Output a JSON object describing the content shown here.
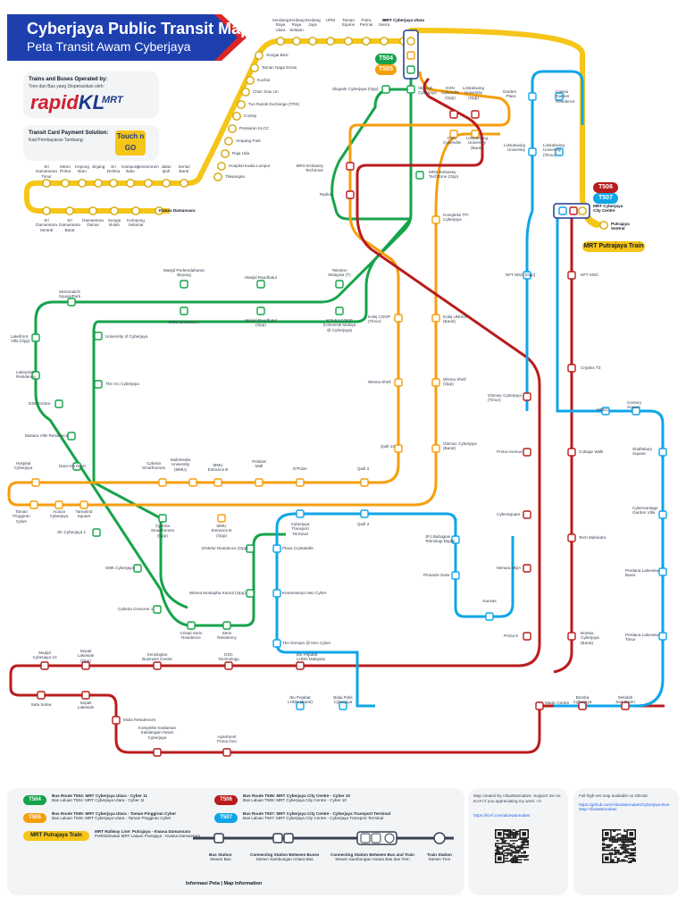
{
  "title": {
    "main": "Cyberjaya Public Transit Map",
    "sub": "Peta Transit Awam Cyberjaya"
  },
  "operators": {
    "heading": "Trains and Buses Operated by:",
    "sub": "Tren dan Bas yang Dioperasikan oleh:",
    "logo_rapid": "rapid",
    "logo_kl": "KL",
    "logo_mrt": "MRT"
  },
  "tap_card": {
    "heading": "Transit Card Payment Solution:",
    "sub": "Kad Pembayaran Tambang:",
    "logo": "Touch n GO"
  },
  "colors": {
    "T504": "#16a34a",
    "T505": "#f59e0b",
    "T506": "#b91c1c",
    "T507": "#0ea5e9",
    "MRT": "#f5c518",
    "banner_blue": "#1e40af",
    "banner_red": "#dc2626"
  },
  "map_badges": {
    "t504": "T504",
    "t505": "T505",
    "t506": "T506",
    "t507": "T507",
    "mrt_putrajaya": "MRT Putrajaya Train"
  },
  "stations": {
    "mrt_ns": [
      {
        "label": "Sendang\nRaya\nUtara"
      },
      {
        "label": "Serdang\nRaya\nSelatan"
      },
      {
        "label": "Serdang\nJaya"
      },
      {
        "label": "UPM"
      },
      {
        "label": "Taman\nEquine"
      },
      {
        "label": "Putra\nPermai"
      },
      {
        "label": "16\nSierra"
      },
      {
        "label": "MRT Cyberjaya Utara"
      }
    ],
    "mrt_diag": [
      {
        "label": "Sungai Besi"
      },
      {
        "label": "Taman Naga Emas"
      },
      {
        "label": "Kuchai"
      },
      {
        "label": "Chan Sow Lin"
      },
      {
        "label": "Tun Razak Exchange (TRX)"
      },
      {
        "label": "Conlay"
      },
      {
        "label": "Persiaran KLCC"
      },
      {
        "label": "Ampang Park"
      },
      {
        "label": "Raja Uda"
      },
      {
        "label": "Hospital Kuala Lumpur"
      },
      {
        "label": "Titiwangsa"
      }
    ],
    "mrt_w_top": [
      {
        "label": "Sri\nDamansara\nTimur"
      },
      {
        "label": "Metro\nPrima"
      },
      {
        "label": "Kepong\nBaru"
      },
      {
        "label": "Jinjang"
      },
      {
        "label": "Sri\nDelima"
      },
      {
        "label": "Kampung\nBatu"
      },
      {
        "label": "Kentonmen"
      },
      {
        "label": "Jalan\nIpoh"
      },
      {
        "label": "Sentul\nBarat"
      }
    ],
    "mrt_w_bot": [
      {
        "label": "Sri\nDamansara\nSentral"
      },
      {
        "label": "Sri\nDamansara\nBarat"
      },
      {
        "label": "Damansara\nDamai"
      },
      {
        "label": "Sungai\nBuluh"
      },
      {
        "label": "Kampung\nSelamat"
      },
      {
        "label": "Kwasa Damansara"
      }
    ],
    "putrajaya_sentral": "Putrajaya\nSentral",
    "mrt_cyberjaya_city_centre": "MRT Cyberjaya\nCity Centre",
    "others": [
      {
        "label": "Skypark Cyberjaya (Opp)"
      },
      {
        "label": "Skypark\nCyberjaya"
      },
      {
        "label": "DXN\nCyberville\n(Opp)"
      },
      {
        "label": "Limkokwing\nUniversity\n(Opp)"
      },
      {
        "label": "DXN\nCyberville"
      },
      {
        "label": "Limkokwing\nUniversity\n(Barat)"
      },
      {
        "label": "Garden\nPlace"
      },
      {
        "label": "Cassia\nGarden\nResidence"
      },
      {
        "label": "Limkokwing\nUniversity"
      },
      {
        "label": "Limkokwing\nUniversity\n(Timur)"
      },
      {
        "label": "MRS Embassy\nTechZone"
      },
      {
        "label": "Radius"
      },
      {
        "label": "MRS Embassy\nTechZone (Opp)"
      },
      {
        "label": "Kompleks TPI\nCyberjaya"
      },
      {
        "label": "Masjid Perbendaharan\nBeyang"
      },
      {
        "label": "Masjid Raudhatul"
      },
      {
        "label": "Teleston\nMalaysia (T)"
      },
      {
        "label": "McDonald's\nSquarePark"
      },
      {
        "label": "MMU Entrance A"
      },
      {
        "label": "Masjid Raudhatul\n(Opp)"
      },
      {
        "label": "Kolej COOP\n(Timur)"
      },
      {
        "label": "KOLEJ COOP\n(Universiti Malaya\n@ Cyberjaya)"
      },
      {
        "label": "Kolej UNISOF\n(Barat)"
      },
      {
        "label": "Lakefront\nVilla (Opp)"
      },
      {
        "label": "University of Cyberjaya"
      },
      {
        "label": "NFT MSC (Opp)"
      },
      {
        "label": "NFT MSC"
      },
      {
        "label": "Lakepoint\nResidence"
      },
      {
        "label": "The Arc Cyberjaya"
      },
      {
        "label": "Wisma Shell"
      },
      {
        "label": "Wisma Shell\n(Opp)"
      },
      {
        "label": "Cryptex T3"
      },
      {
        "label": "DSK Centre"
      },
      {
        "label": "Glomac Cyberjaya\n(Timur)"
      },
      {
        "label": "MDEC"
      },
      {
        "label": "Century\nSquare"
      },
      {
        "label": "Mutiara Ville Residence"
      },
      {
        "label": "QuilI 14"
      },
      {
        "label": "Glomac Cyberjaya\n(Barat)"
      },
      {
        "label": "Hospital\nCyberjaya"
      },
      {
        "label": "Dara Inn Hotel"
      },
      {
        "label": "Cyberia\nSmarthomes"
      },
      {
        "label": "Multimedia\nUniversity\n(MMU)"
      },
      {
        "label": "MMU\nEntrance B"
      },
      {
        "label": "Pelabat\nMall"
      },
      {
        "label": "D'Pulze"
      },
      {
        "label": "Quill 3"
      },
      {
        "label": "Prima Avenue"
      },
      {
        "label": "Cottage Walk"
      },
      {
        "label": "Shaftsbury\nSquare"
      },
      {
        "label": "Taman\nPinggiran\nCyber"
      },
      {
        "label": "Acacia\nCyberjaya"
      },
      {
        "label": "Tamarind\nSquare"
      },
      {
        "label": "Cyberia\nSmarthomes\n(Opp)"
      },
      {
        "label": "MMU\nEntrance B\n(Opp)"
      },
      {
        "label": "Cyberjaya\nTransport\nTerminal"
      },
      {
        "label": "Quill 3"
      },
      {
        "label": "Cybersquare"
      },
      {
        "label": "Cybervantage\nGarden Villa"
      },
      {
        "label": "SK Cyberjaya 1"
      },
      {
        "label": "Plaza Crystalville"
      },
      {
        "label": "JPJ Bahagian\nTeknologi Digital"
      },
      {
        "label": "Tech Mahindra"
      },
      {
        "label": "D'Melor Residence (Opp)"
      },
      {
        "label": "SMK Cyberjaya"
      },
      {
        "label": "Kementerian Neo Cyber"
      },
      {
        "label": "Pinnacle Suite"
      },
      {
        "label": "Menara MQA"
      },
      {
        "label": "Perdana Lakeview\nBarat"
      },
      {
        "label": "Wisma Mustapha Kamal (Opp)"
      },
      {
        "label": "Cyberia Crescent 1"
      },
      {
        "label": "Cristal Serin\nResidence"
      },
      {
        "label": "Serin\nResidency"
      },
      {
        "label": "Kanvas"
      },
      {
        "label": "The Domain @ Neo Cyber"
      },
      {
        "label": "Prima 9"
      },
      {
        "label": "Bomba\nCyberjaya\n(Barat)"
      },
      {
        "label": "Perdana Lakeview\nTimur"
      },
      {
        "label": "Masjid\nCyberjaya 10"
      },
      {
        "label": "Sepak\nLakeside\n(Opp)"
      },
      {
        "label": "Kensington\nBusiness Centre"
      },
      {
        "label": "DXC\nTechnology"
      },
      {
        "label": "Ibu Pejabat\nLHDN Malaysia"
      },
      {
        "label": "Ibu Pejabat\nLHDN (Barat)"
      },
      {
        "label": "Balai Polis\nCyberjaya"
      },
      {
        "label": "Magic Centre"
      },
      {
        "label": "Bomba\nCyberjaya"
      },
      {
        "label": "Sekolah\nSeri Puteri"
      },
      {
        "label": "Seta Sofea"
      },
      {
        "label": "Sepak\nLakeside"
      },
      {
        "label": "Mulia Residences"
      },
      {
        "label": "Kompleks Kediaman\nKakitangan Awam\nCyberjaya"
      },
      {
        "label": "Apartment\nPrima Ooo"
      }
    ]
  },
  "legend": {
    "items": [
      {
        "badge": "T504",
        "title": "Bus Route T504: MRT Cyberjaya Utara - Cyber 11",
        "sub": "Bas Laluan T504: MRT Cyberjaya Utara - Cyber 11"
      },
      {
        "badge": "T505",
        "title": "Bus Route T505: MRT Cyberjaya Utara - Taman Pinggiran Cyber",
        "sub": "Bas Laluan T505: MRT Cyberjaya Utara - Taman Pinggiran Cyber"
      },
      {
        "badge": "MRT Putrajaya Train",
        "title": "MRT Railway Line: Putrajaya - Kwasa Damansara",
        "sub": "Perkhidmatan MRT Laluan Putrajaya - Kwasa Damansara"
      },
      {
        "badge": "T506",
        "title": "Bus Route T506: MRT Cyberjaya City Centre - Cyber 10",
        "sub": "Bas Laluan T506: MRT Cyberjaya City Centre - Cyber 10"
      },
      {
        "badge": "T507",
        "title": "Bus Route T507: MRT Cyberjaya City Centre - Cyberjaya Transport Terminal",
        "sub": "Bas Laluan T507: MRT Cyberjaya City Centre - Cyberjaya Transport Terminal"
      }
    ],
    "symbols": [
      {
        "title": "Bus Station",
        "sub": "Stesen Bas"
      },
      {
        "title": "Connecting Station Between Buses",
        "sub": "Stesen Sambungan Antara Bas"
      },
      {
        "title": "Connecting Station Between Bus and Train",
        "sub": "Stesen Sambungan Antara Bas dan Tren"
      },
      {
        "title": "Train Station",
        "sub": "Stesen Tren"
      }
    ],
    "footer": "Informasi Peta | Map Information"
  },
  "credits": {
    "text": "Map created by AlloaWannabes. Support me on Ko-Fi if you appreciating my work. <3",
    "link": "https://ko-fi.com/aloewannabes",
    "text2": "Full high-res map available on GitHub:",
    "link2": "https://github.com/AlloaWannabes/Cyberjaya-Bus-Map-AlloaWannabes"
  }
}
